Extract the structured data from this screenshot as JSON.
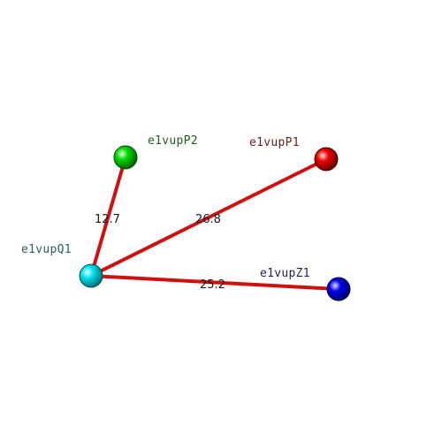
{
  "diagram": {
    "background": "#ffffff",
    "edge_color": "#d01010",
    "nodes": [
      {
        "id": "Q1",
        "label": "e1vupQ1",
        "color": "#00e5ee",
        "label_color": "#2f5f5f"
      },
      {
        "id": "P2",
        "label": "e1vupP2",
        "color": "#00dd00",
        "label_color": "#1f5f1f"
      },
      {
        "id": "P1",
        "label": "e1vupP1",
        "color": "#ee0000",
        "label_color": "#5f1f1f"
      },
      {
        "id": "Z1",
        "label": "e1vupZ1",
        "color": "#0000ee",
        "label_color": "#1f1f5f"
      }
    ],
    "edges": [
      {
        "from": "Q1",
        "to": "P2",
        "label": "12.7"
      },
      {
        "from": "Q1",
        "to": "P1",
        "label": "26.8"
      },
      {
        "from": "Q1",
        "to": "Z1",
        "label": "25.2"
      }
    ]
  }
}
